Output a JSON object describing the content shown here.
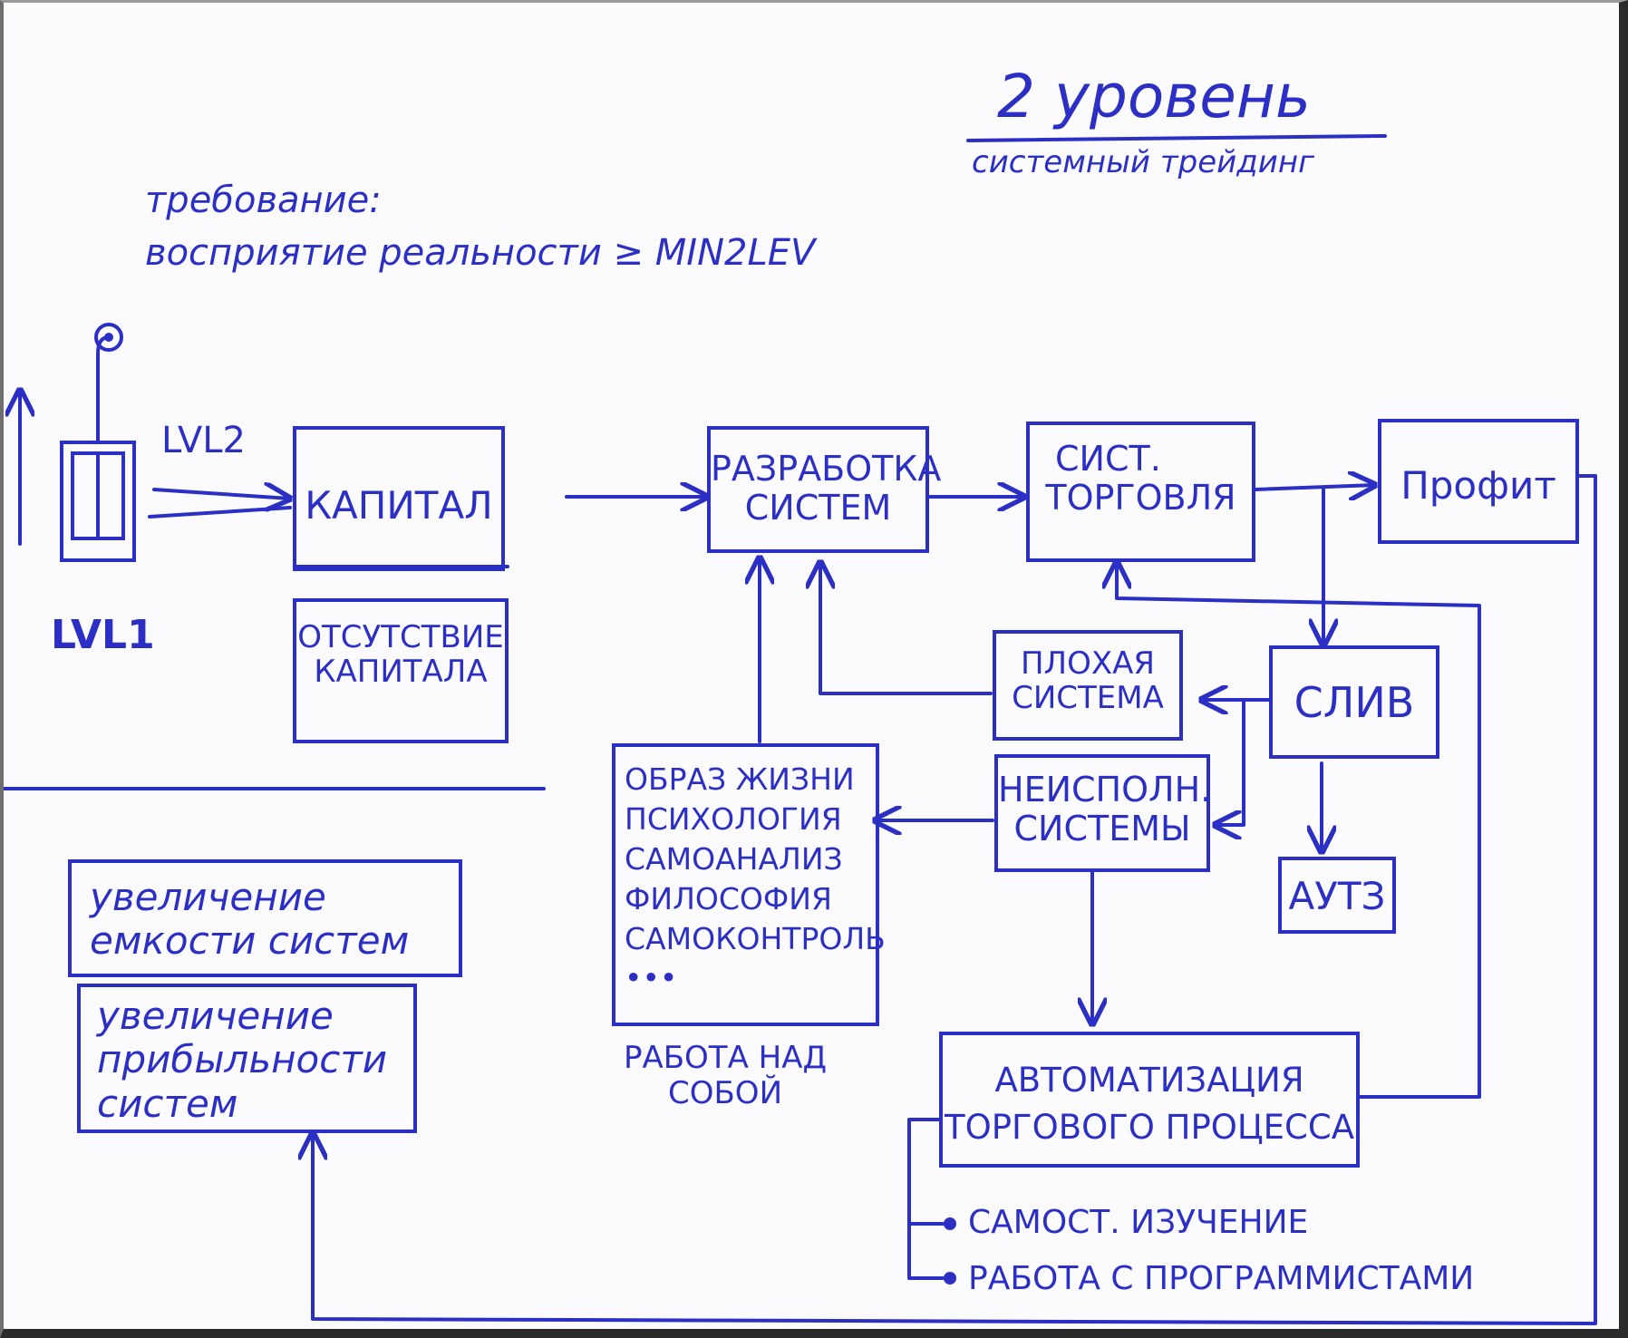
{
  "header": {
    "level_title": "2 уровень",
    "level_subtitle": "системный трейдинг"
  },
  "requirement": {
    "label": "требование:",
    "text": "восприятие реальности ≥ MIN2LEV"
  },
  "levels": {
    "lvl1": "LVL1",
    "lvl2": "LVL2"
  },
  "boxes": {
    "capital": "КАПИТАЛ",
    "no_capital": [
      "ОТСУТСТВИЕ",
      "КАПИТАЛА"
    ],
    "system_dev": [
      "РАЗРАБОТКА",
      "СИСТЕМ"
    ],
    "sys_trading": [
      "СИСТ.",
      "ТОРГОВЛЯ"
    ],
    "profit": "Профит",
    "bad_system": [
      "ПЛОХАЯ",
      "СИСТЕМА"
    ],
    "drain": "СЛИВ",
    "unexec_systems": [
      "НЕИСПОЛН.",
      "СИСТЕМЫ"
    ],
    "auts": "АУТЗ",
    "self_work_list": [
      "ОБРАЗ ЖИЗНИ",
      "ПСИХОЛОГИЯ",
      "САМОАНАЛИЗ",
      "ФИЛОСОФИЯ",
      "САМОКОНТРОЛЬ",
      "•••"
    ],
    "self_work_caption": [
      "РАБОТА НАД",
      "СОБОЙ"
    ],
    "automation": [
      "АВТОМАТИЗАЦИЯ",
      "ТОРГОВОГО ПРОЦЕССА"
    ],
    "capacity": [
      "увеличение",
      "емкости систем"
    ],
    "profitability": [
      "увеличение",
      "прибыльности",
      "систем"
    ]
  },
  "automation_options": [
    "САМОСТ. ИЗУЧЕНИЕ",
    "РАБОТА С ПРОГРАММИСТАМИ"
  ],
  "colors": {
    "ink": "#2b2fc4",
    "paper": "#fbfbfd"
  }
}
